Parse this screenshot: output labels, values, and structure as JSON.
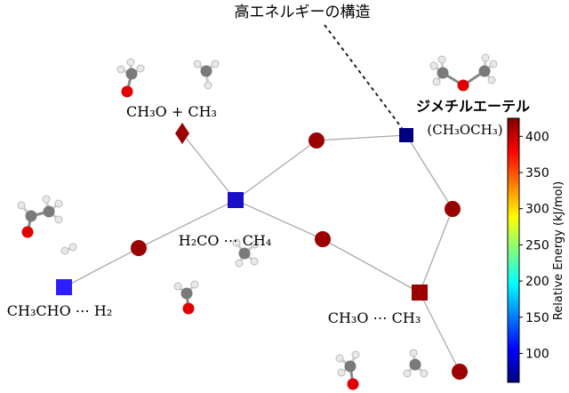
{
  "annotation": {
    "high_energy_structure": "高エネルギーの構造"
  },
  "species_labels": {
    "dimethyl_ether": "ジメチルエーテル",
    "dimethyl_ether_formula": "(CH₃OCH₃)",
    "ch3o_plus_ch3": "CH₃O + CH₃",
    "h2co_ch4": "H₂CO ⋯ CH₄",
    "ch3cho_h2": "CH₃CHO ⋯ H₂",
    "ch3o_ch3": "CH₃O ⋯ CH₃"
  },
  "colorbar": {
    "label": "Relative Energy (kJ/mol)",
    "ticks": [
      "100",
      "150",
      "200",
      "250",
      "300",
      "350",
      "400"
    ],
    "tick_values": [
      100,
      150,
      200,
      250,
      300,
      350,
      400
    ],
    "min": 60,
    "max": 425,
    "stops": [
      "#00007f",
      "#0000ff",
      "#007fff",
      "#00ffff",
      "#7fff7f",
      "#ffff00",
      "#ff7f00",
      "#ff0000",
      "#7f0000"
    ]
  },
  "colors": {
    "edge": "#aaaaaa",
    "minimum_low": "#2c1fff",
    "minimum_mid": "#00007f",
    "ts": "#9b0000",
    "diamond": "#9b0000"
  }
}
